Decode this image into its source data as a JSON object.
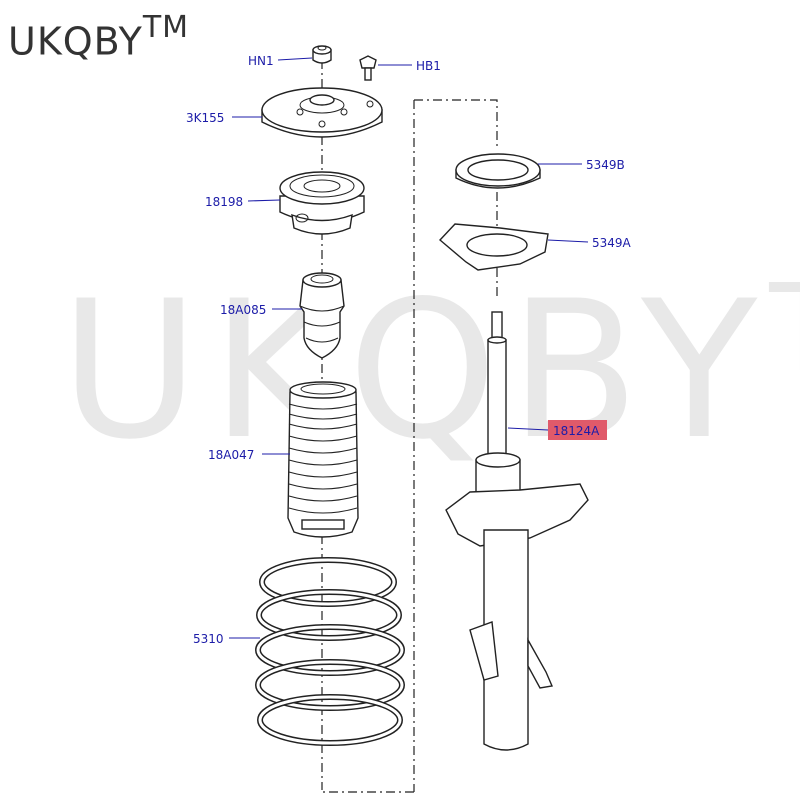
{
  "brand": {
    "name": "UKQBY",
    "tm": "TM"
  },
  "watermark": {
    "text": "UKQBY",
    "tm": "TM"
  },
  "labels": {
    "hn1": "HN1",
    "hb1": "HB1",
    "3k155": "3K155",
    "18198": "18198",
    "18a085": "18A085",
    "18a047": "18A047",
    "5310": "5310",
    "5349b": "5349B",
    "5349a": "5349A",
    "18124a": "18124A"
  },
  "colors": {
    "label": "#1c1ca8",
    "highlight": "#e05a6a"
  }
}
